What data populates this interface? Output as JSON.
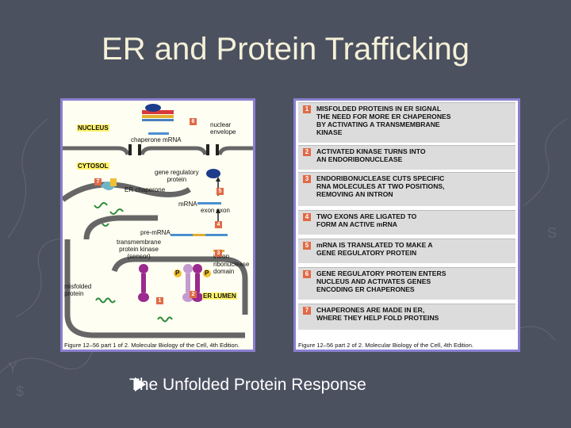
{
  "slide": {
    "title": "ER and Protein Trafficking",
    "caption": "The Unfolded Protein Response",
    "bullet_icon": "triangle-bullet-icon"
  },
  "figure_left": {
    "labels": {
      "nucleus": "NUCLEUS",
      "cytosol": "CYTOSOL",
      "nuclear_envelope": "nuclear\nenvelope",
      "chaperone_mrna": "chaperone mRNA",
      "gene_regulatory_protein": "gene regulatory\nprotein",
      "er_chaperone": "ER chaperone",
      "mrna": "mRNA",
      "exon_exon": "exon  exon",
      "pre_mrna": "pre-mRNA",
      "transmembrane_kinase": "transmembrane\nprotein kinase\n(sensor)",
      "intron": "intron",
      "ribonuclease_domain": "ribonuclease\ndomain",
      "misfolded_protein": "misfolded\nprotein",
      "er_lumen": "ER LUMEN",
      "p1": "P",
      "p2": "P"
    },
    "badges": [
      "1",
      "2",
      "3",
      "4",
      "5",
      "6",
      "7"
    ],
    "credit": "Figure 12–56 part 1 of 2. Molecular Biology of the Cell, 4th Edition."
  },
  "figure_right": {
    "steps": [
      {
        "num": "1",
        "text": "MISFOLDED PROTEINS IN ER SIGNAL\nTHE NEED FOR MORE ER CHAPERONES\nBY ACTIVATING A TRANSMEMBRANE\nKINASE"
      },
      {
        "num": "2",
        "text": "ACTIVATED KINASE  TURNS INTO\nAN ENDORIBONUCLEASE"
      },
      {
        "num": "3",
        "text": "ENDORIBONUCLEASE CUTS SPECIFIC\nRNA MOLECULES AT TWO POSITIONS,\nREMOVING AN INTRON"
      },
      {
        "num": "4",
        "text": "TWO EXONS ARE LIGATED TO\nFORM AN ACTIVE mRNA"
      },
      {
        "num": "5",
        "text": "mRNA IS TRANSLATED TO MAKE A\nGENE REGULATORY PROTEIN"
      },
      {
        "num": "6",
        "text": "GENE REGULATORY PROTEIN ENTERS\nNUCLEUS AND ACTIVATES GENES\nENCODING ER CHAPERONES"
      },
      {
        "num": "7",
        "text": "CHAPERONES ARE MADE IN ER,\nWHERE THEY HELP FOLD PROTEINS"
      }
    ],
    "credit": "Figure 12–56 part 2 of 2. Molecular Biology of the Cell, 4th Edition."
  },
  "colors": {
    "background": "#4c5160",
    "title": "#f4f1d8",
    "frame": "#8a7fd0",
    "step_badge": "#e06a45",
    "highlight": "#fff36a"
  }
}
